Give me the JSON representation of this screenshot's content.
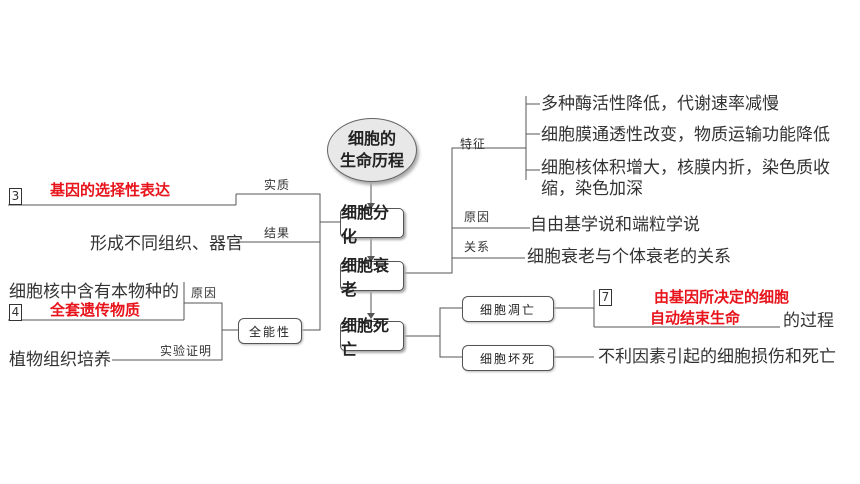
{
  "center": {
    "line1": "细胞的",
    "line2": "生命历程"
  },
  "nodes": {
    "differentiation": "细胞分化",
    "senescence": "细胞衰老",
    "death": "细胞死亡",
    "totipotency": "全能性",
    "apoptosis": "细胞凋亡",
    "necrosis": "细胞坏死"
  },
  "edge_labels": {
    "essence": "实质",
    "result": "结果",
    "reason": "原因",
    "experiment": "实验证明",
    "features": "特征",
    "sen_reason": "原因",
    "relation": "关系"
  },
  "left_texts": {
    "blank3_num": "3",
    "blank3_answer": "基因的选择性表达",
    "result_text": "形成不同组织、器官",
    "tot_reason_line1": "细胞核中含有本物种的",
    "blank4_num": "4",
    "blank4_answer": "全套遗传物质",
    "experiment_text": "植物组织培养"
  },
  "right_texts": {
    "feature1": "多种酶活性降低，代谢速率减慢",
    "feature2": "细胞膜通透性改变，物质运输功能降低",
    "feature3_line1": "细胞核体积增大，核膜内折，染色质收",
    "feature3_line2": "缩，染色加深",
    "sen_reason_text": "自由基学说和端粒学说",
    "relation_text": "细胞衰老与个体衰老的关系",
    "blank7_num": "7",
    "blank7_answer_line1": "由基因所决定的细胞",
    "blank7_answer_line2": "自动结束生命",
    "blank7_suffix": "的过程",
    "necrosis_text": "不利因素引起的细胞损伤和死亡"
  }
}
